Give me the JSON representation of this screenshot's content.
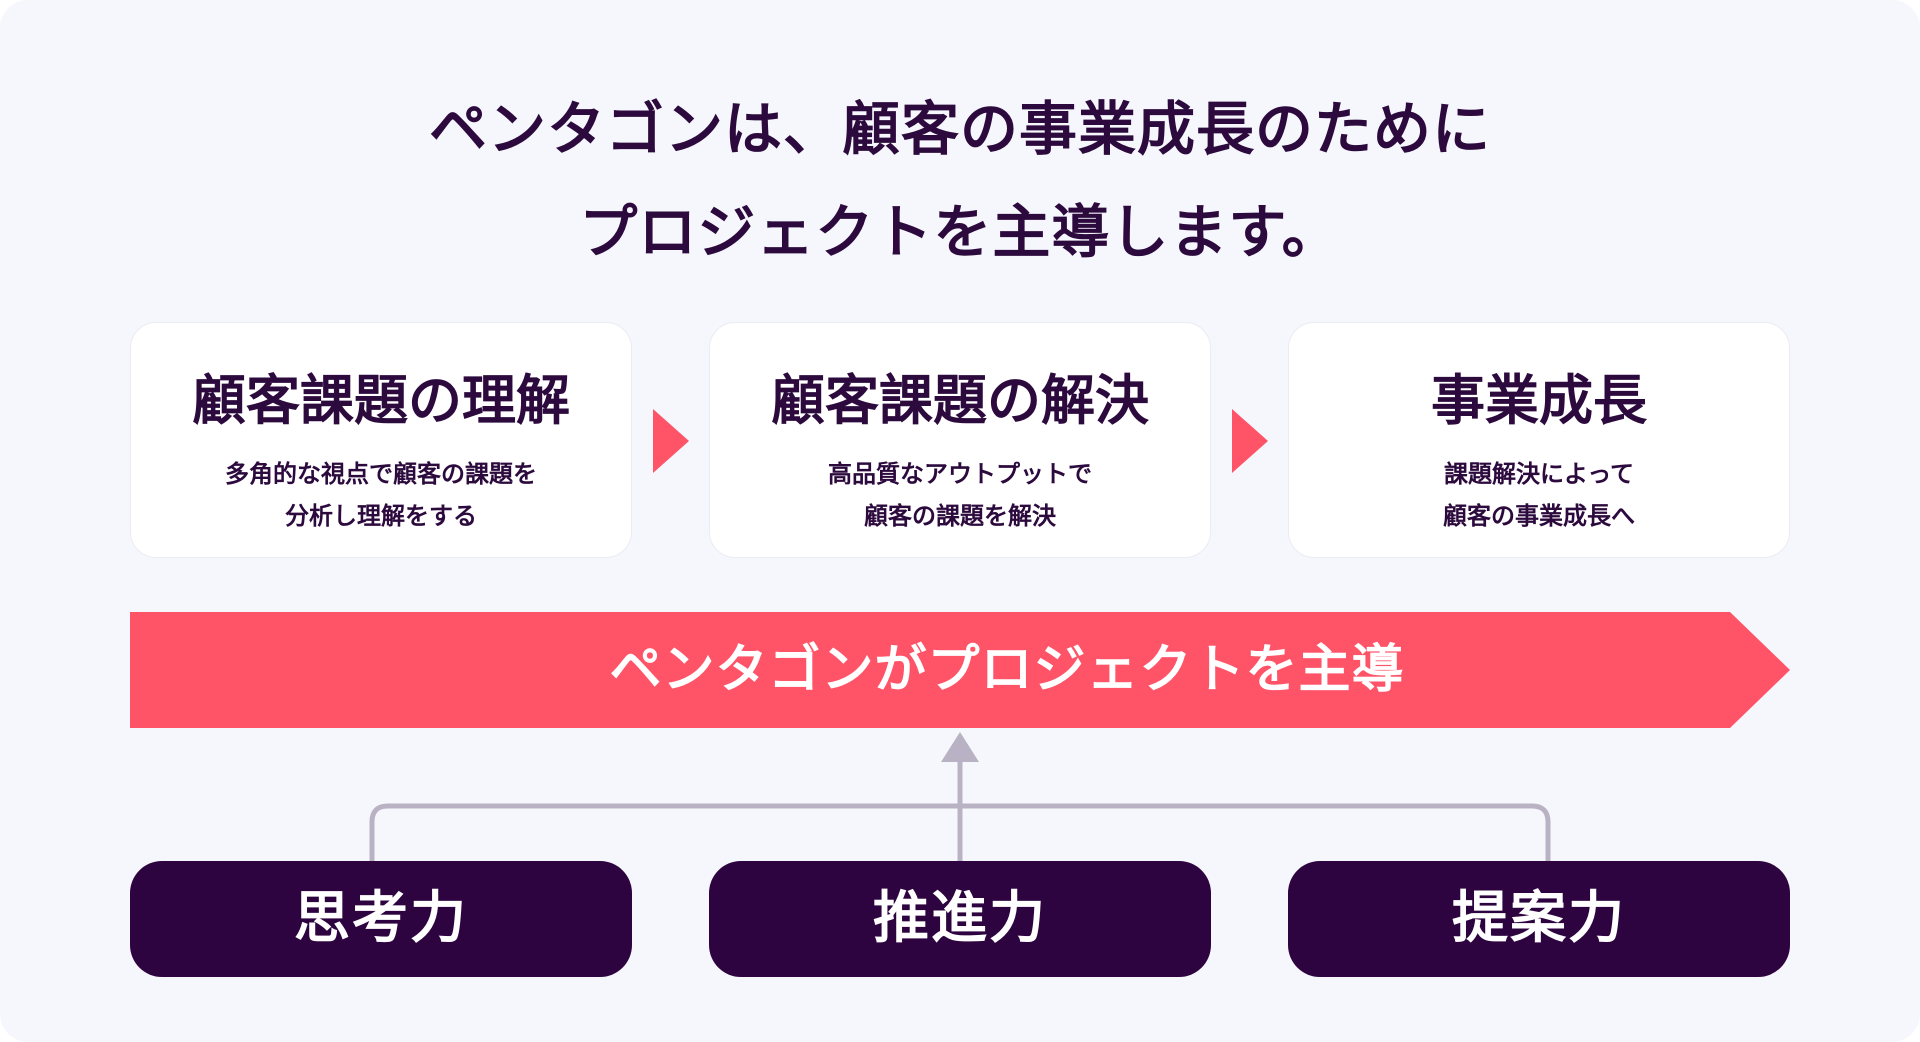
{
  "headline": {
    "line1": "ペンタゴンは、顧客の事業成長のために",
    "line2": "プロジェクトを主導します。"
  },
  "steps": [
    {
      "title": "顧客課題の理解",
      "desc_line1": "多角的な視点で顧客の課題を",
      "desc_line2": "分析し理解をする"
    },
    {
      "title": "顧客課題の解決",
      "desc_line1": "高品質なアウトプットで",
      "desc_line2": "顧客の課題を解決"
    },
    {
      "title": "事業成長",
      "desc_line1": "課題解決によって",
      "desc_line2": "顧客の事業成長へ"
    }
  ],
  "banner": {
    "label": "ペンタゴンがプロジェクトを主導"
  },
  "skills": [
    {
      "label": "思考力"
    },
    {
      "label": "推進力"
    },
    {
      "label": "提案力"
    }
  ],
  "colors": {
    "background": "#f6f7fc",
    "text_dark": "#2c0a3d",
    "accent_red": "#ff5468",
    "skill_bg": "#2e0440",
    "connector_gray": "#b9b1c4"
  }
}
